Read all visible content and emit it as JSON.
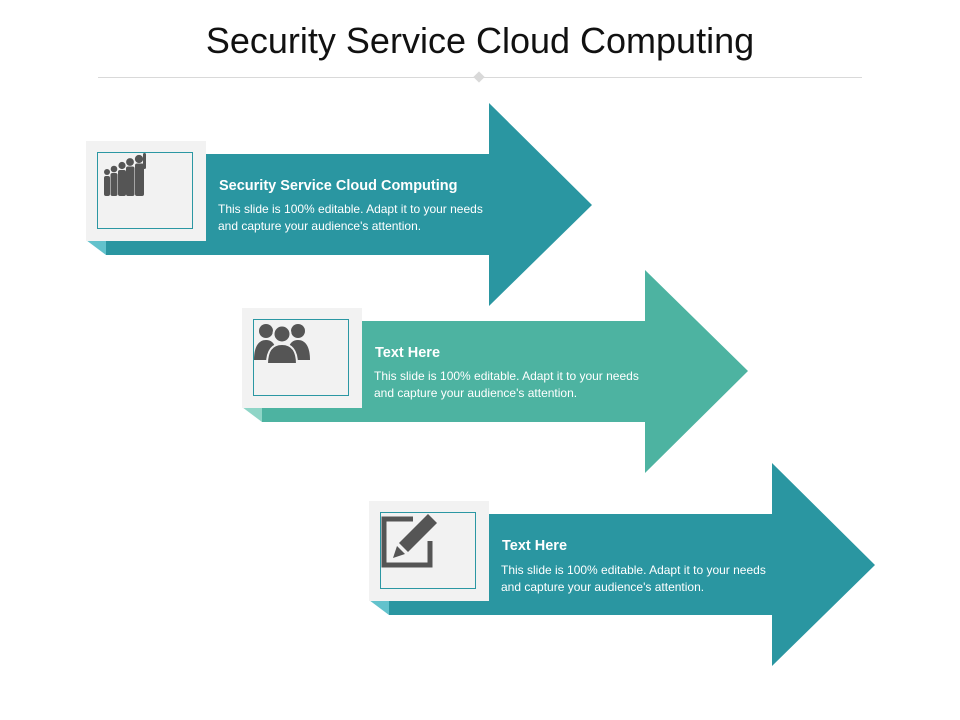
{
  "slide": {
    "title": "Security Service Cloud Computing"
  },
  "items": [
    {
      "heading": "Security Service Cloud Computing",
      "body": "This slide is 100% editable. Adapt it to your needs and capture your audience's attention.",
      "icon": "growing-family-icon",
      "color": "#2a96a1"
    },
    {
      "heading": "Text Here",
      "body": "This slide is 100% editable. Adapt it to your needs and capture your audience's attention.",
      "icon": "team-icon",
      "color": "#4db3a1"
    },
    {
      "heading": "Text Here",
      "body": "This slide is 100% editable. Adapt it to your needs and capture your audience's attention.",
      "icon": "edit-icon",
      "color": "#2a96a1"
    }
  ]
}
